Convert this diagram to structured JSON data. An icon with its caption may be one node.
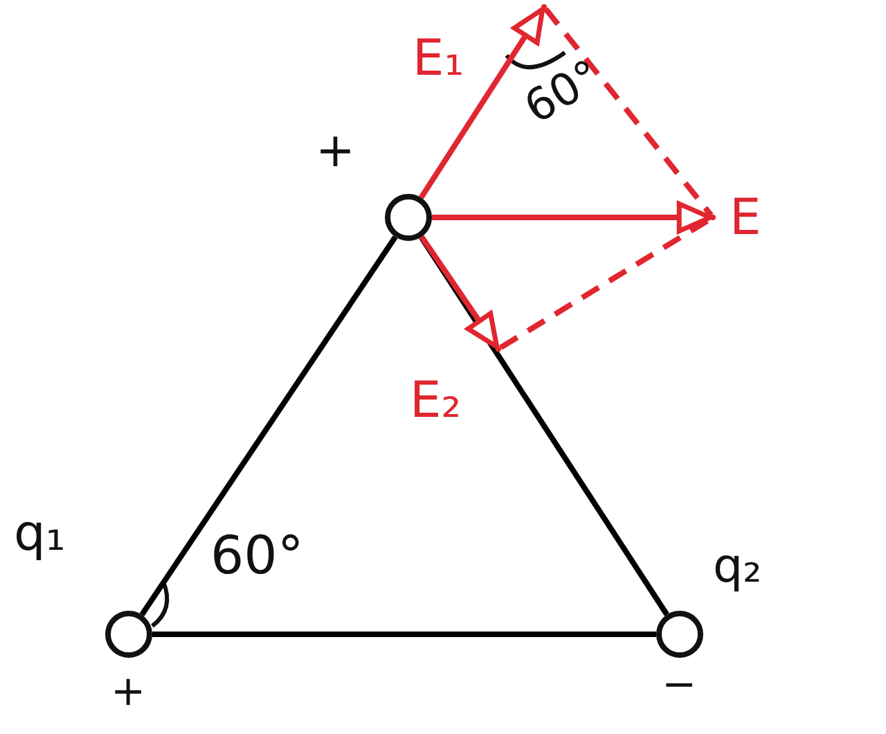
{
  "diagram": {
    "nodes": [
      {
        "text": [],
        "shape": "circle",
        "beside": [
          "+"
        ]
      },
      {
        "text": [],
        "shape": "circle",
        "beside": [
          "q₁",
          "+"
        ]
      },
      {
        "text": [],
        "shape": "circle",
        "beside": [
          "q₂",
          "−"
        ]
      },
      {
        "text": [],
        "shape": "point"
      },
      {
        "text": [],
        "shape": "point"
      },
      {
        "text": [],
        "shape": "point"
      }
    ],
    "edges": [
      {
        "from": 0,
        "to": 1,
        "arrow": "none",
        "color": "#000000"
      },
      {
        "from": 1,
        "to": 2,
        "arrow": "none",
        "color": "#000000"
      },
      {
        "from": 2,
        "to": 0,
        "arrow": "none",
        "color": "#000000"
      },
      {
        "from": 0,
        "to": 3,
        "arrow": "to",
        "label": "E₁"
      },
      {
        "from": 0,
        "to": 4,
        "arrow": "to",
        "label": "E"
      },
      {
        "from": 0,
        "to": 5,
        "arrow": "to",
        "label": "E₂"
      },
      {
        "from": 3,
        "to": 4,
        "arrow": "none",
        "style": "dashed"
      },
      {
        "from": 5,
        "to": 4,
        "arrow": "none",
        "style": "dashed"
      }
    ],
    "labels": [
      "60°",
      "60°"
    ]
  }
}
